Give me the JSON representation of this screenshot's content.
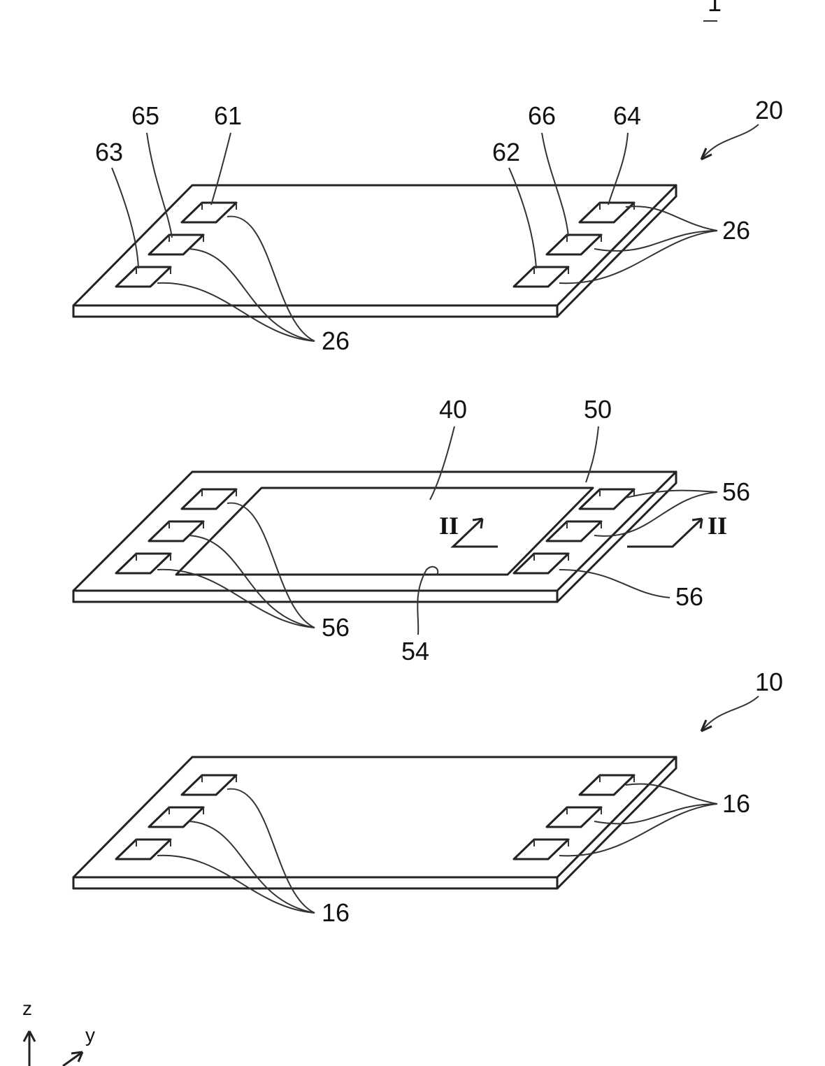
{
  "figure": {
    "fig_number": "1",
    "axes": {
      "z": "z",
      "y": "y"
    }
  },
  "top_plate": {
    "ref": "20",
    "pad_labels": [
      "61",
      "62",
      "63",
      "64",
      "65",
      "66"
    ],
    "electrode_label_left": "26",
    "electrode_label_right": "26"
  },
  "middle_layer": {
    "ref_frame": "50",
    "ref_region": "40",
    "ref_edge": "54",
    "hole_label_left": "56",
    "hole_label_right_top": "56",
    "hole_label_right_bottom": "56",
    "section_marker_left": "II",
    "section_marker_right": "II"
  },
  "bottom_plate": {
    "ref": "10",
    "electrode_label_left": "16",
    "electrode_label_right": "16"
  }
}
